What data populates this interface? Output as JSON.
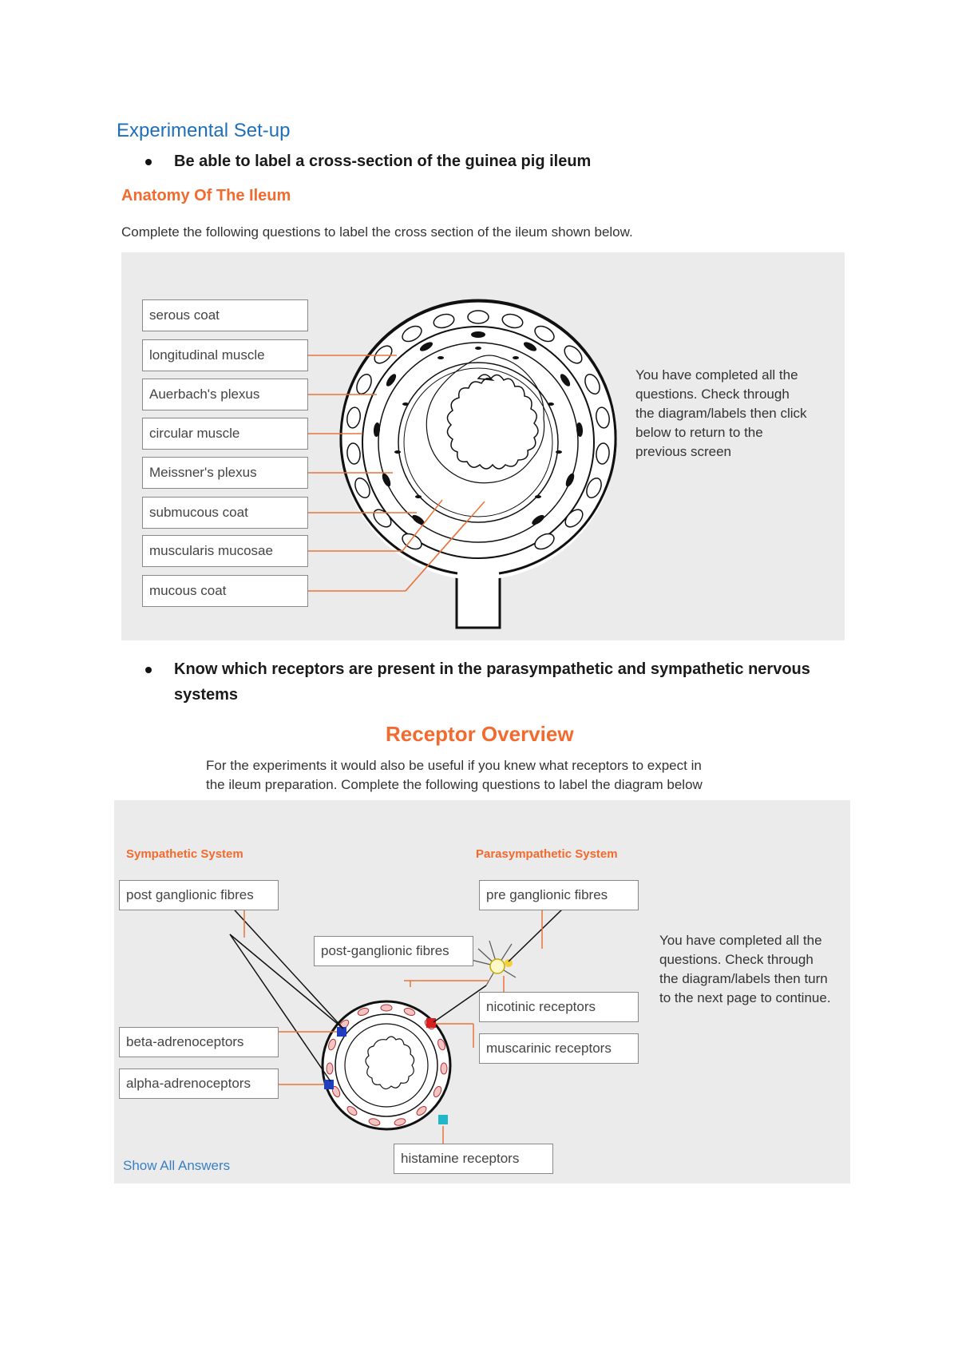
{
  "section_heading": "Experimental Set-up",
  "bullets": [
    "Be able to label a cross-section of the guinea pig ileum",
    "Know which receptors are present in the parasympathetic and sympathetic nervous",
    "systems"
  ],
  "anatomy": {
    "title": "Anatomy Of The Ileum",
    "intro": "Complete the following questions to label the cross section of the ileum shown below.",
    "labels": [
      "serous coat",
      "longitudinal muscle",
      "Auerbach's plexus",
      "circular muscle",
      "Meissner's plexus",
      "submucous coat",
      "muscularis mucosae",
      "mucous coat"
    ],
    "note": [
      "You have completed all the",
      "questions. Check through",
      "the diagram/labels then click",
      "below to return to the",
      "previous screen"
    ]
  },
  "receptors": {
    "title": "Receptor Overview",
    "intro": [
      "For the experiments it would also be useful if you knew what receptors to expect in",
      "the ileum preparation. Complete the following questions to label the diagram below"
    ],
    "sympathetic_title": "Sympathetic System",
    "parasympathetic_title": "Parasympathetic System",
    "labels": {
      "post_ganglionic_fibres_symp": "post ganglionic fibres",
      "pre_ganglionic_fibres": "pre ganglionic fibres",
      "post_ganglionic_fibres_para": "post-ganglionic fibres",
      "nicotinic": "nicotinic receptors",
      "muscarinic": "muscarinic receptors",
      "beta": "beta-adrenoceptors",
      "alpha": "alpha-adrenoceptors",
      "histamine": "histamine receptors"
    },
    "note": [
      "You have completed all the",
      "questions. Check through",
      "the diagram/labels then turn",
      "to the next page to continue."
    ],
    "show_all": "Show All Answers",
    "colors": {
      "beta": "#1f3fbf",
      "alpha": "#1f3fbf",
      "muscarinic": "#d81e1e",
      "histamine": "#20b8c8",
      "neuron": "#f2d23a"
    }
  }
}
